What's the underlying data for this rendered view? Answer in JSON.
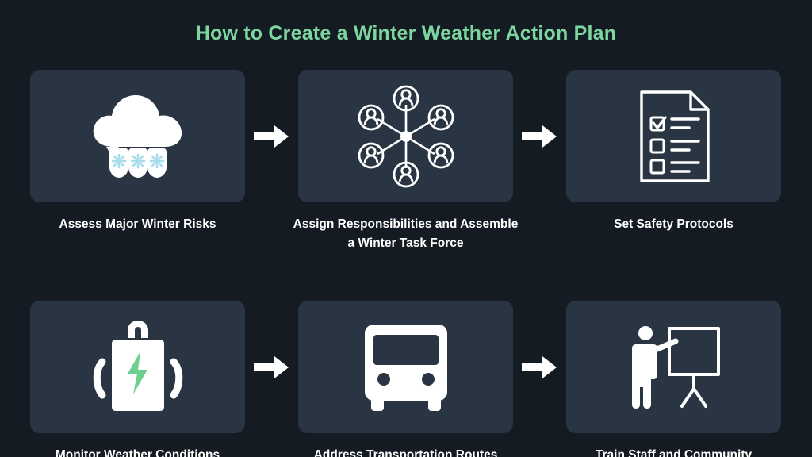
{
  "page": {
    "title": "How to Create a Winter Weather Action Plan",
    "background_color": "#141b22",
    "card_color": "#293543",
    "title_color": "#7dd6a0",
    "label_color": "#ffffff",
    "icon_color": "#ffffff"
  },
  "steps": [
    {
      "label": "Assess Major Winter Risks",
      "icon": "snow-cloud-icon"
    },
    {
      "label": "Assign Responsibilities and Assemble a Winter Task Force",
      "icon": "team-network-icon"
    },
    {
      "label": "Set Safety Protocols",
      "icon": "checklist-document-icon"
    },
    {
      "label": "Monitor Weather Conditions",
      "icon": "power-generator-icon"
    },
    {
      "label": "Address Transportation Routes",
      "icon": "bus-icon"
    },
    {
      "label": "Train Staff and Community",
      "icon": "presenter-whiteboard-icon"
    }
  ],
  "connectors": [
    {
      "icon": "arrow-right-icon"
    },
    {
      "icon": "arrow-right-icon"
    },
    {
      "icon": "arrow-right-icon"
    },
    {
      "icon": "arrow-right-icon"
    }
  ]
}
